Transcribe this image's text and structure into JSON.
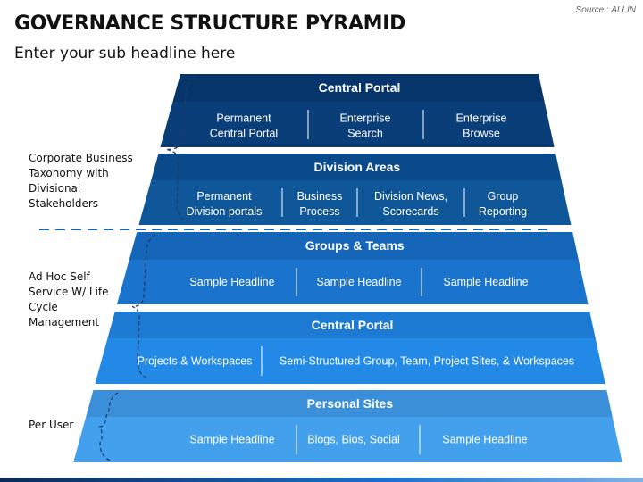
{
  "header": {
    "title": "GOVERNANCE STRUCTURE PYRAMID",
    "subtitle": "Enter your sub headline here",
    "source": "Source : ALLIN"
  },
  "side_labels": [
    "Corporate Business Taxonomy with Divisional Stakeholders",
    "Ad Hoc Self Service W/ Life Cycle Management",
    "Per User"
  ],
  "colors": {
    "tier1_header": "#06356b",
    "tier1_body": "#0a3e78",
    "tier2_header": "#0a4a8a",
    "tier2_body": "#0f5799",
    "tier3_header": "#1565b8",
    "tier3_body": "#1a73cc",
    "tier4_header": "#1c7ad3",
    "tier4_body": "#2289e6",
    "tier5_header": "#3b8fd8",
    "tier5_body": "#42a0ec",
    "dash": "#1565b8",
    "brace": "#1f3b66"
  },
  "tiers": [
    {
      "header": "Central Portal",
      "cells": [
        [
          "Permanent",
          "Central Portal"
        ],
        [
          "Enterprise",
          "Search"
        ],
        [
          "Enterprise",
          "Browse"
        ]
      ]
    },
    {
      "header": "Division Areas",
      "cells": [
        [
          "Permanent",
          "Division portals"
        ],
        [
          "Business",
          "Process"
        ],
        [
          "Division News,",
          "Scorecards"
        ],
        [
          "Group",
          "Reporting"
        ]
      ]
    },
    {
      "header": "Groups & Teams",
      "cells": [
        [
          "Sample Headline"
        ],
        [
          "Sample Headline"
        ],
        [
          "Sample Headline"
        ]
      ]
    },
    {
      "header": "Central Portal",
      "cells": [
        [
          "Projects & Workspaces"
        ],
        [
          "Semi-Structured Group, Team, Project Sites,  & Workspaces"
        ]
      ]
    },
    {
      "header": "Personal Sites",
      "cells": [
        [
          "Sample Headline"
        ],
        [
          "Blogs, Bios, Social"
        ],
        [
          "Sample Headline"
        ]
      ]
    }
  ]
}
